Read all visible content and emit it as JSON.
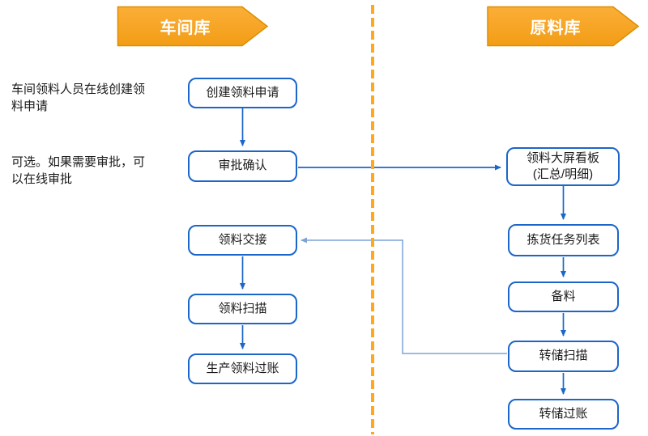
{
  "lanes": {
    "workshop": {
      "title": "车间库"
    },
    "raw_material": {
      "title": "原料库"
    }
  },
  "annotations": [
    {
      "text": "车间领料人员在线创建领料申请"
    },
    {
      "text": "可选。如果需要审批，可以在线审批"
    }
  ],
  "nodes": {
    "create_request": "创建领料申请",
    "approval_confirm": "审批确认",
    "material_handover": "领料交接",
    "material_scan": "领料扫描",
    "production_posting": "生产领料过账",
    "dashboard_line1": "领料大屏看板",
    "dashboard_line2": "(汇总/明细)",
    "picking_task_list": "拣货任务列表",
    "material_prepare": "备料",
    "transfer_scan": "转储扫描",
    "transfer_posting": "转储过账"
  },
  "colors": {
    "banner_fill_top": "#FBAE37",
    "banner_fill_bottom": "#F29D16",
    "banner_border": "#DC8F00",
    "banner_text": "#FFFFFF",
    "node_border": "#1B66C9",
    "edge_blue": "#1B66C9",
    "edge_light": "#7CA3D8",
    "divider_orange": "#FFA81C",
    "text_dark": "#1A1A1A"
  }
}
